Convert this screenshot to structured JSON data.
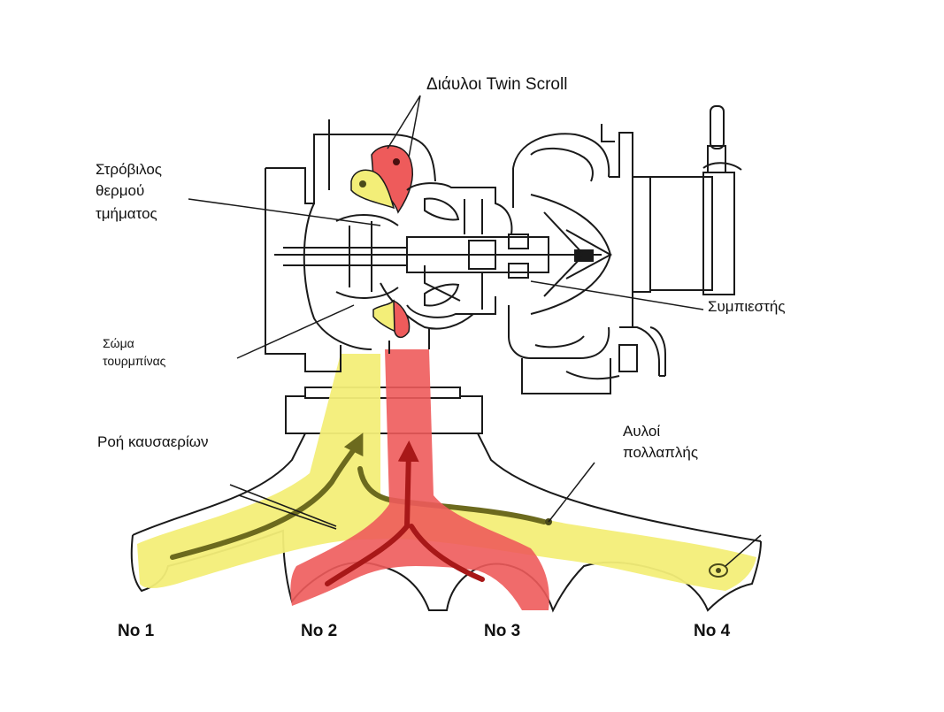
{
  "labels": {
    "twin_scroll": "Διάυλοι Twin Scroll",
    "turbine_line1": "Στρόβιλος",
    "turbine_line2": "θερμού",
    "turbine_line3": "τμήματος",
    "compressor": "Συμπιεστής",
    "housing_line1": "Σώμα",
    "housing_line2": "τουρμπίνας",
    "flow": "Ροή καυσαερίων",
    "manifold_line1": "Αυλοί",
    "manifold_line2": "πολλαπλής"
  },
  "cylinders": [
    "No 1",
    "No 2",
    "No 3",
    "No 4"
  ],
  "colors": {
    "yellow_channel": "#f3ee78",
    "red_channel": "#ee5b5b",
    "yellow_arrow": "#6c6a1e",
    "red_arrow": "#a81818",
    "line": "#1a1a1a"
  }
}
